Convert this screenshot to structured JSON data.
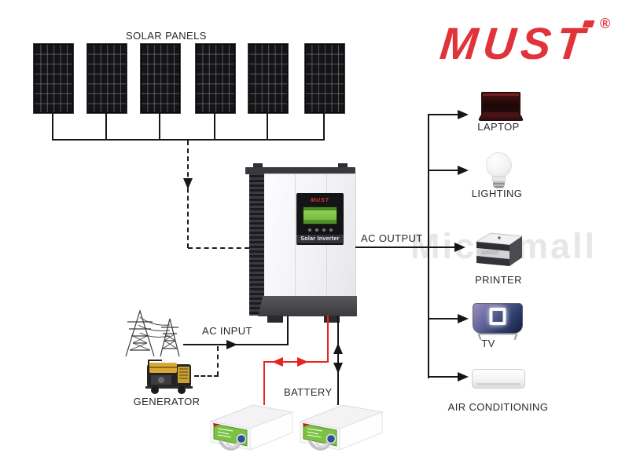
{
  "labels": {
    "solar_panels": "SOLAR PANELS",
    "ac_output": "AC OUTPUT",
    "ac_input": "AC INPUT",
    "generator": "GENERATOR",
    "battery": "BATTERY"
  },
  "brand": {
    "name": "MUST",
    "registered": "®",
    "color": "#e1333a"
  },
  "inverter": {
    "brand": "MUST",
    "front_label": "Solar Inverter"
  },
  "loads": [
    {
      "label": "LAPTOP",
      "icon": "laptop-icon"
    },
    {
      "label": "LIGHTING",
      "icon": "light-bulb-icon"
    },
    {
      "label": "PRINTER",
      "icon": "printer-icon"
    },
    {
      "label": "TV",
      "icon": "tv-icon"
    },
    {
      "label": "AIR CONDITIONING",
      "icon": "air-conditioner-icon"
    }
  ],
  "watermark": "Micromall",
  "colors": {
    "line_black": "#161616",
    "battery_line_red": "#e8241f"
  },
  "counts": {
    "solar_panels": 6,
    "batteries": 2
  }
}
